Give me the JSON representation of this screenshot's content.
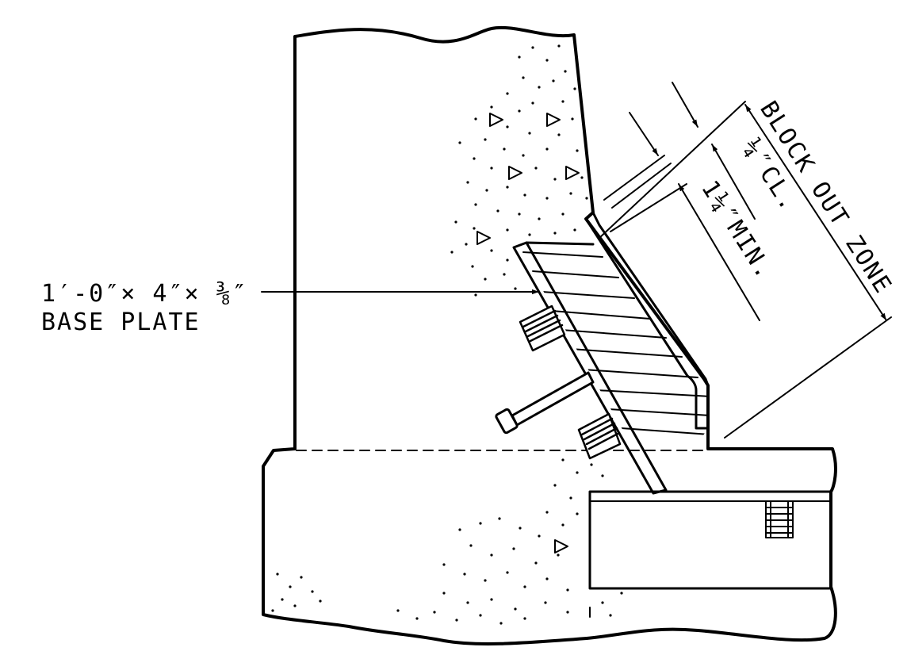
{
  "base_plate_label": {
    "line1": "1′-0″× 4″× ⅜″",
    "line2": "BASE PLATE"
  },
  "dimensions": {
    "block_out_zone": "BLOCK OUT ZONE",
    "clearance": "¼″CL.",
    "min": "1¼″MIN."
  }
}
